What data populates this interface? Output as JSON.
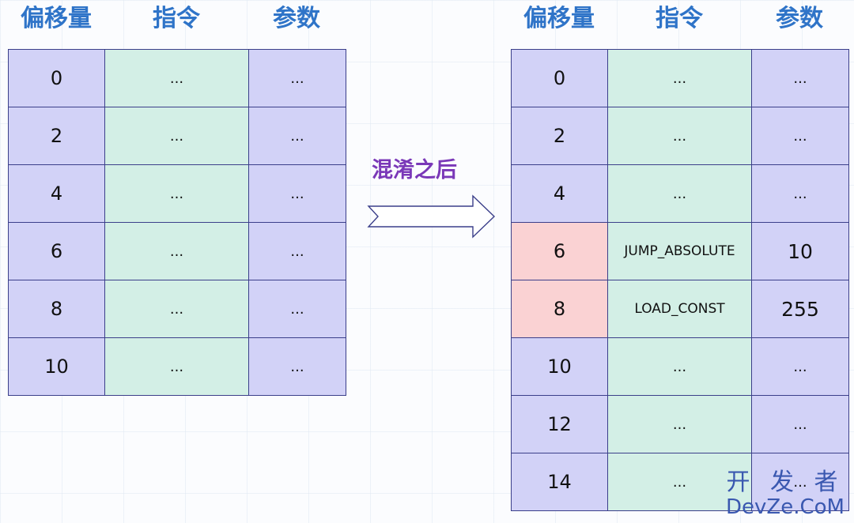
{
  "left": {
    "headers": [
      "偏移量",
      "指令",
      "参数"
    ],
    "rows": [
      {
        "offset": "0",
        "instruction": "...",
        "argument": "..."
      },
      {
        "offset": "2",
        "instruction": "...",
        "argument": "..."
      },
      {
        "offset": "4",
        "instruction": "...",
        "argument": "..."
      },
      {
        "offset": "6",
        "instruction": "...",
        "argument": "..."
      },
      {
        "offset": "8",
        "instruction": "...",
        "argument": "..."
      },
      {
        "offset": "10",
        "instruction": "...",
        "argument": "..."
      }
    ]
  },
  "arrow": {
    "label": "混淆之后",
    "icon": "right-arrow-icon"
  },
  "right": {
    "headers": [
      "偏移量",
      "指令",
      "参数"
    ],
    "rows": [
      {
        "offset": "0",
        "instruction": "...",
        "argument": "...",
        "highlight": false
      },
      {
        "offset": "2",
        "instruction": "...",
        "argument": "...",
        "highlight": false
      },
      {
        "offset": "4",
        "instruction": "...",
        "argument": "...",
        "highlight": false
      },
      {
        "offset": "6",
        "instruction": "JUMP_ABSOLUTE",
        "argument": "10",
        "highlight": true
      },
      {
        "offset": "8",
        "instruction": "LOAD_CONST",
        "argument": "255",
        "highlight": true
      },
      {
        "offset": "10",
        "instruction": "...",
        "argument": "...",
        "highlight": false
      },
      {
        "offset": "12",
        "instruction": "...",
        "argument": "...",
        "highlight": false
      },
      {
        "offset": "14",
        "instruction": "...",
        "argument": "...",
        "highlight": false
      }
    ]
  },
  "watermark": {
    "line1": "开 发 者",
    "line2": "DevZe.CoM"
  },
  "colors": {
    "header_text": "#2f74c8",
    "offset_cell": "#d2d2f7",
    "instruction_cell": "#d3efe6",
    "highlight_cell": "#fad2d3",
    "arrow_label": "#7a38b8",
    "border": "#3b3f8a"
  }
}
